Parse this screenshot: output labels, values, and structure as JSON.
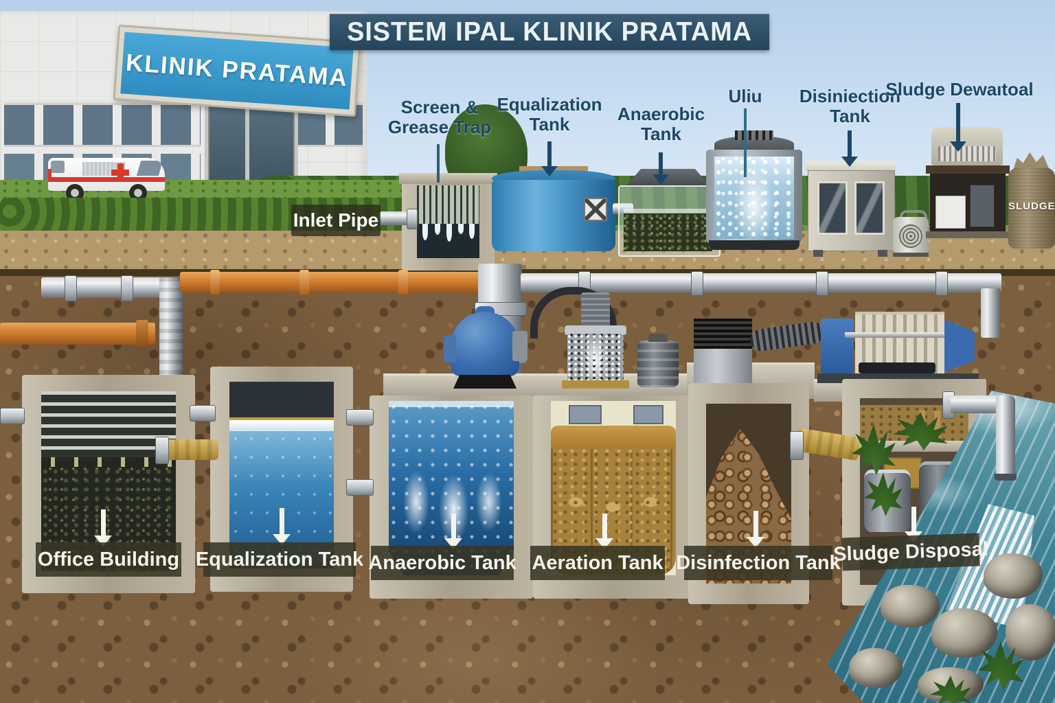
{
  "title": "SISTEM IPAL KLINIK PRATAMA",
  "building": {
    "sign_text": "KLINIK PRATAMA"
  },
  "top_labels": {
    "screen_grease": "Screen &\nGrease Trap",
    "equalization": "Equalization\nTank",
    "anaerobic": "Anaerobic\nTank",
    "uliu": "Uliu",
    "disinfection": "Disiniection\nTank",
    "sludge_dewatering": "Sludge Dewaıtoal"
  },
  "inlet_pipe_label": "Inlet Pipe",
  "bottom_labels": {
    "office": "Office Building",
    "equalization": "Equalization Tank",
    "anaerobic": "Anaerobic Tank",
    "aeration": "Aeration Tank",
    "disinfection": "Disinfection Tank",
    "sludge_disposal": "Sludge Disposal"
  },
  "sludge_bag_label": "SLUDGE",
  "colors": {
    "title_bg": "#2b4a5f",
    "label_blue": "#1c4866",
    "bottom_label_bg": "#383624",
    "sign_blue": "#3fa0d4",
    "pipe_orange": "#d07c2e",
    "pipe_silver": "#b8bec4",
    "tank_water_blue": "#2a6ea6",
    "aeration_tan": "#a8823c",
    "river_teal": "#3f8294"
  }
}
